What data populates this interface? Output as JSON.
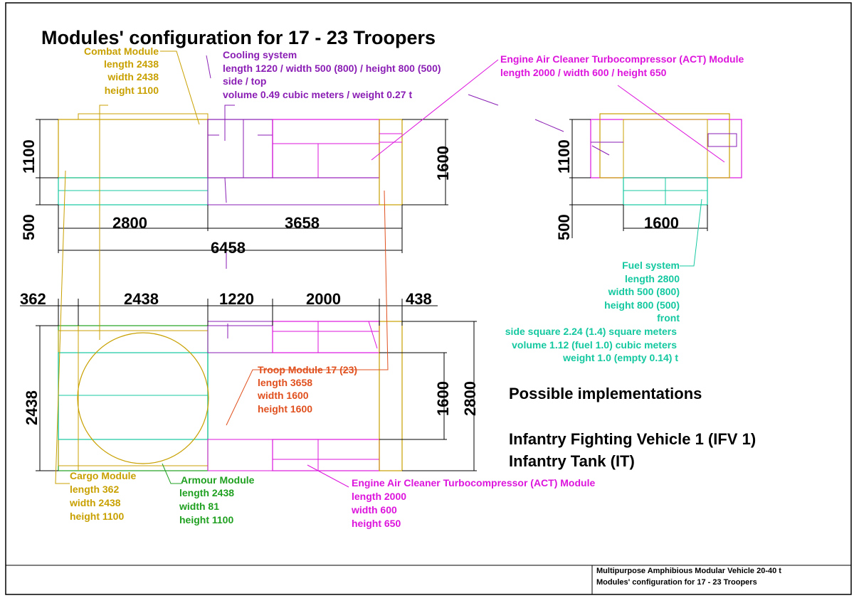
{
  "title": "Modules' configuration for 17 - 23 Troopers",
  "colors": {
    "combat": "#c8a000",
    "cooling": "#8a1eb4",
    "act": "#dc14dc",
    "fuel": "#14c8a0",
    "troop": "#e0501e",
    "armour": "#20a020",
    "cargo": "#c8a000",
    "dim": "#000000"
  },
  "dimensions": {
    "top_height_1100": "1100",
    "top_height_500": "500",
    "top_length_2800": "2800",
    "top_length_3658": "3658",
    "top_total_6458": "6458",
    "top_height_1600": "1600",
    "front_height_1100": "1100",
    "front_height_500": "500",
    "front_width_1600": "1600",
    "plan_362": "362",
    "plan_2438": "2438",
    "plan_1220": "1220",
    "plan_2000": "2000",
    "plan_438": "438",
    "plan_width_2438": "2438",
    "plan_width_1600": "1600",
    "plan_width_2800": "2800"
  },
  "labels": {
    "combat": [
      "Combat Module",
      "length 2438",
      "width 2438",
      "height 1100"
    ],
    "cooling": [
      "Cooling system",
      "length 1220 / width 500 (800) / height 800 (500)",
      "side / top",
      "volume 0.49 cubic meters / weight 0.27 t"
    ],
    "act_top": [
      "Engine Air Cleaner Turbocompressor (ACT) Module",
      "length 2000 / width 600 / height 650"
    ],
    "fuel": [
      "Fuel system",
      "length 2800",
      "width 500 (800)",
      "height 800 (500)",
      "front",
      "side square 2.24 (1.4) square meters",
      "volume 1.12 (fuel 1.0) cubic meters",
      "weight 1.0 (empty 0.14) t"
    ],
    "troop": [
      "Troop Module 17 (23)",
      "length 3658",
      "width 1600",
      "height 1600"
    ],
    "cargo": [
      "Cargo Module",
      "length 362",
      "width 2438",
      "height 1100"
    ],
    "armour": [
      "Armour Module",
      "length 2438",
      "width 81",
      "height 1100"
    ],
    "act_bottom": [
      "Engine Air Cleaner Turbocompressor (ACT) Module",
      "length 2000",
      "width 600",
      "height 650"
    ]
  },
  "implementations": {
    "heading": "Possible implementations",
    "items": [
      "Infantry Fighting Vehicle 1 (IFV 1)",
      "Infantry Tank (IT)"
    ]
  },
  "title_block": {
    "line1": "Multipurpose Amphibious Modular Vehicle 20-40 t",
    "line2": "Modules' configuration for 17 - 23 Troopers"
  }
}
